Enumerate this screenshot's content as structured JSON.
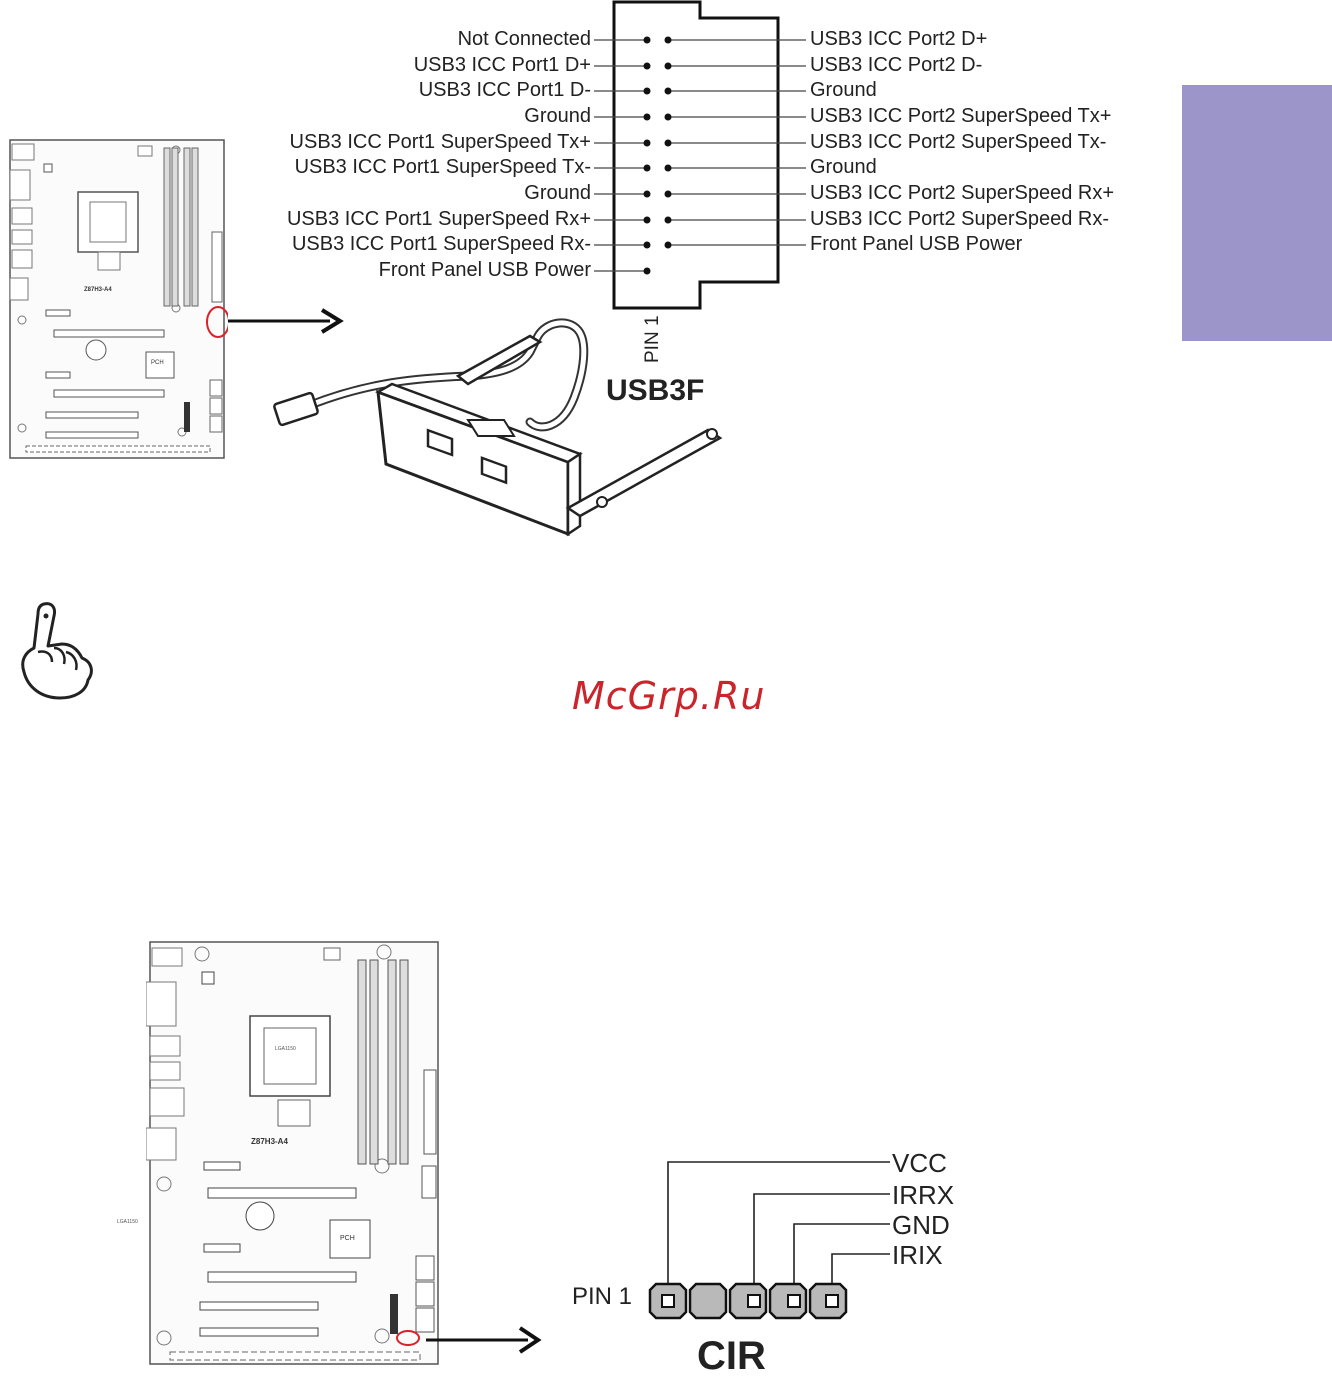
{
  "usb3f": {
    "left_pins": [
      "Not Connected",
      "USB3 ICC Port1 D+",
      "USB3 ICC Port1 D-",
      "Ground",
      "USB3 ICC Port1 SuperSpeed Tx+",
      "USB3 ICC Port1 SuperSpeed Tx-",
      "Ground",
      "USB3 ICC Port1 SuperSpeed Rx+",
      "USB3 ICC Port1 SuperSpeed Rx-",
      "Front Panel USB Power"
    ],
    "right_pins": [
      "USB3 ICC Port2 D+",
      "USB3 ICC Port2 D-",
      "Ground",
      "USB3 ICC Port2 SuperSpeed Tx+",
      "USB3 ICC Port2 SuperSpeed Tx-",
      "Ground",
      "USB3 ICC Port2 SuperSpeed Rx+",
      "USB3 ICC Port2 SuperSpeed Rx-",
      "Front Panel USB Power"
    ],
    "pin1_label": "PIN 1",
    "title": "USB3F"
  },
  "board": {
    "model_label": "Z87H3-A4",
    "chip_label": "PCH",
    "cpu_label": "LGA1150"
  },
  "watermark": "McGrp.Ru",
  "cir": {
    "signals": [
      "VCC",
      "IRRX",
      "GND",
      "IRIX"
    ],
    "pin1_label": "PIN 1",
    "title": "CIR"
  },
  "colors": {
    "side_tab": "#9b95c9",
    "highlight": "#d9232b",
    "watermark": "#c9252b"
  },
  "icons": {
    "note": "pointing-hand-icon"
  }
}
